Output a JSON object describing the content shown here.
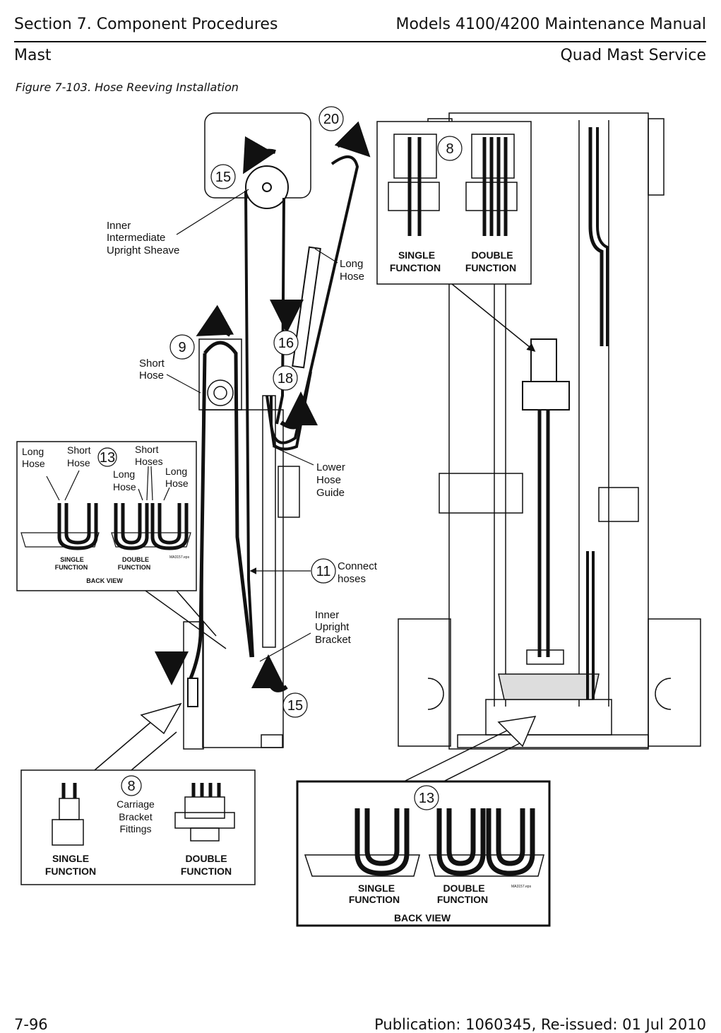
{
  "header": {
    "section": "Section 7.  Component Procedures",
    "manual": "Models 4100/4200 Maintenance Manual",
    "subsection": "Mast",
    "topic": "Quad Mast Service"
  },
  "figure": {
    "caption": "Figure 7-103.  Hose Reeving Installation",
    "callouts": {
      "c20": "20",
      "c15_top": "15",
      "c8_top": "8",
      "c9": "9",
      "c16": "16",
      "c18": "18",
      "c13_left": "13",
      "c11": "11",
      "c15_bottom": "15",
      "c8_bottom": "8",
      "c13_bottom": "13"
    },
    "labels": {
      "inner_sheave": [
        "Inner",
        "Intermediate",
        "Upright Sheave"
      ],
      "long_hose_top": [
        "Long",
        "Hose"
      ],
      "short_hose": [
        "Short",
        "Hose"
      ],
      "lower_hose_guide": [
        "Lower",
        "Hose",
        "Guide"
      ],
      "connect_hoses": [
        "Connect",
        "hoses"
      ],
      "inner_upright_bracket": [
        "Inner",
        "Upright",
        "Bracket"
      ],
      "carriage_fittings": [
        "Carriage",
        "Bracket",
        "Fittings"
      ]
    },
    "inset_top": {
      "single": [
        "SINGLE",
        "FUNCTION"
      ],
      "double": [
        "DOUBLE",
        "FUNCTION"
      ]
    },
    "inset_left": {
      "long_hose_a": [
        "Long",
        "Hose"
      ],
      "short_hose": [
        "Short",
        "Hose"
      ],
      "short_hoses": [
        "Short",
        "Hoses"
      ],
      "long_hose_b": [
        "Long",
        "Hose"
      ],
      "long_hose_c": [
        "Long",
        "Hose"
      ],
      "single": [
        "SINGLE",
        "FUNCTION"
      ],
      "double": [
        "DOUBLE",
        "FUNCTION"
      ],
      "view": "BACK VIEW",
      "file_id": "MA3157.eps"
    },
    "inset_fittings": {
      "single": [
        "SINGLE",
        "FUNCTION"
      ],
      "double": [
        "DOUBLE",
        "FUNCTION"
      ]
    },
    "inset_bottom": {
      "single": [
        "SINGLE",
        "FUNCTION"
      ],
      "double": [
        "DOUBLE",
        "FUNCTION"
      ],
      "view": "BACK VIEW",
      "file_id": "MA3157.eps"
    }
  },
  "footer": {
    "page": "7-96",
    "publication": "Publication: 1060345, Re-issued: 01 Jul 2010"
  }
}
